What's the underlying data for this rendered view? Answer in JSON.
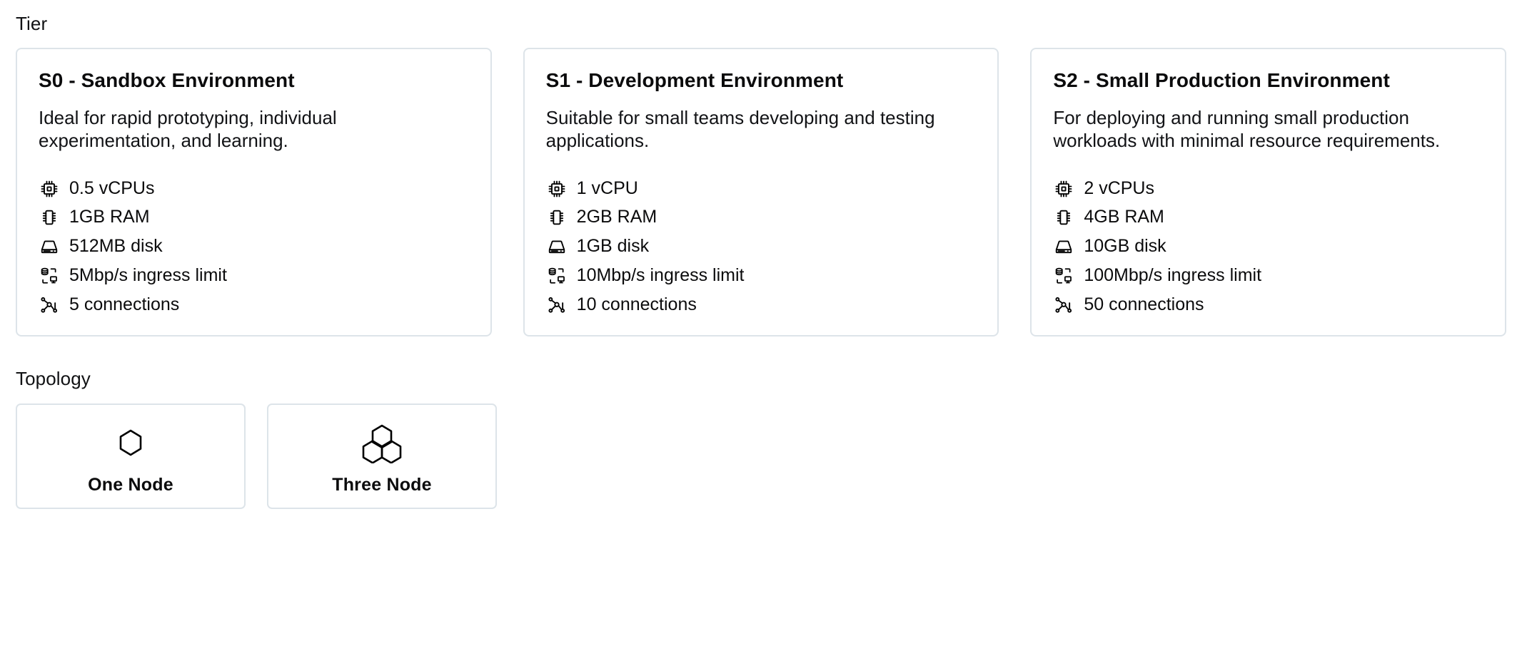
{
  "tier": {
    "label": "Tier",
    "cards": [
      {
        "title": "S0 - Sandbox Environment",
        "description": "Ideal for rapid prototyping, individual experimentation, and learning.",
        "specs": [
          {
            "icon": "cpu-icon",
            "text": "0.5 vCPUs"
          },
          {
            "icon": "memory-icon",
            "text": "1GB RAM"
          },
          {
            "icon": "disk-icon",
            "text": "512MB disk"
          },
          {
            "icon": "network-icon",
            "text": "5Mbp/s ingress limit"
          },
          {
            "icon": "connections-icon",
            "text": "5 connections"
          }
        ]
      },
      {
        "title": "S1 - Development Environment",
        "description": "Suitable for small teams developing and testing applications.",
        "specs": [
          {
            "icon": "cpu-icon",
            "text": "1 vCPU"
          },
          {
            "icon": "memory-icon",
            "text": "2GB RAM"
          },
          {
            "icon": "disk-icon",
            "text": "1GB disk"
          },
          {
            "icon": "network-icon",
            "text": "10Mbp/s ingress limit"
          },
          {
            "icon": "connections-icon",
            "text": "10 connections"
          }
        ]
      },
      {
        "title": "S2 - Small Production Environment",
        "description": "For deploying and running small production workloads with minimal resource requirements.",
        "specs": [
          {
            "icon": "cpu-icon",
            "text": "2 vCPUs"
          },
          {
            "icon": "memory-icon",
            "text": "4GB RAM"
          },
          {
            "icon": "disk-icon",
            "text": "10GB disk"
          },
          {
            "icon": "network-icon",
            "text": "100Mbp/s ingress limit"
          },
          {
            "icon": "connections-icon",
            "text": "50 connections"
          }
        ]
      }
    ]
  },
  "topology": {
    "label": "Topology",
    "options": [
      {
        "label": "One Node",
        "icon": "single-hexagon-icon"
      },
      {
        "label": "Three Node",
        "icon": "triple-hexagon-icon"
      }
    ]
  },
  "colors": {
    "card_border": "#dde4e9",
    "text": "#0b0b0c",
    "background": "#ffffff"
  }
}
